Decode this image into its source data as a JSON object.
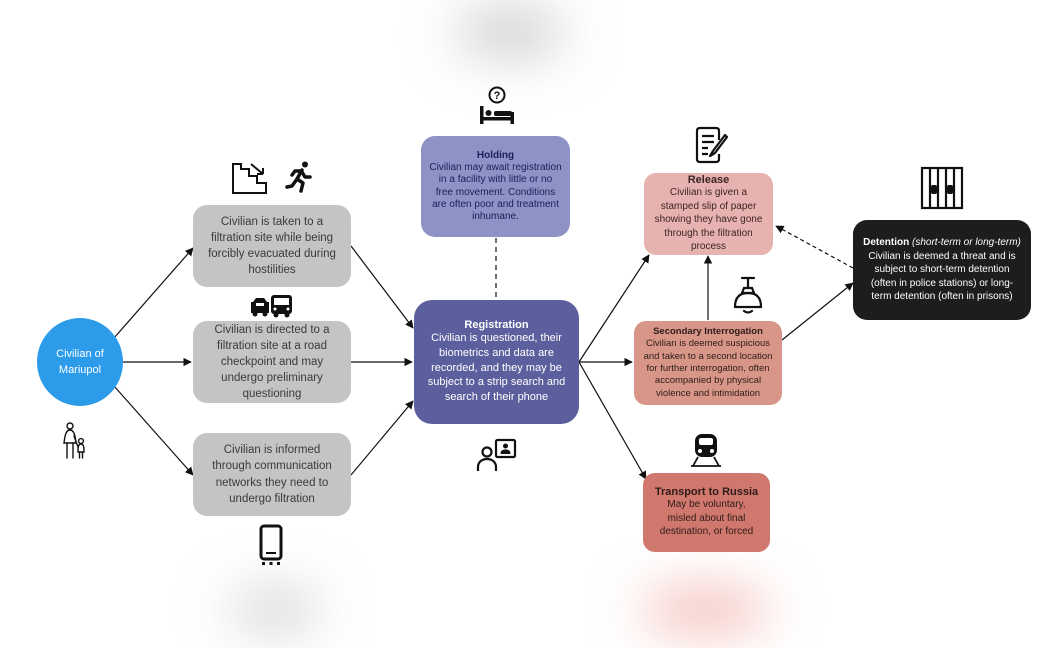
{
  "start": {
    "label": "Civilian of Mariupol"
  },
  "routes": [
    {
      "text": "Civilian is taken to a filtration site while being forcibly evacuated during hostilities"
    },
    {
      "text": "Civilian is directed to a filtration site at a road checkpoint and may undergo preliminary questioning"
    },
    {
      "text": "Civilian is informed through communication networks they need to undergo filtration"
    }
  ],
  "holding": {
    "title": "Holding",
    "text": "Civilian may await registration in a facility with little or no free movement. Conditions are often poor and treatment inhumane."
  },
  "registration": {
    "title": "Registration",
    "text": "Civilian is questioned, their biometrics and data are recorded, and they may be subject to a strip search and search of their phone"
  },
  "release": {
    "title": "Release",
    "text": "Civilian is given a stamped slip of paper showing they have gone through the filtration process"
  },
  "secondary": {
    "title": "Secondary Interrogation",
    "text": "Civilian is deemed suspicious and taken to a second location for further interrogation, often accompanied by physical violence and intimidation"
  },
  "transport": {
    "title": "Transport to Russia",
    "text": "May be voluntary, misled about final destination, or forced"
  },
  "detention": {
    "title": "Detention",
    "title_note": "(short-term or long-term)",
    "text": "Civilian is deemed a threat and is subject to short-term detention (often in police stations) or long-term detention (often in prisons)"
  },
  "icons": [
    "stairs-down-icon",
    "running-person-icon",
    "car-bus-icon",
    "mobile-phone-icon",
    "parent-child-icon",
    "bed-question-icon",
    "user-id-icon",
    "document-pen-icon",
    "ceiling-lamp-icon",
    "train-icon",
    "prison-bars-icon"
  ],
  "colors": {
    "start": "#2b9bea",
    "route": "#c4c4c4",
    "holding": "#8f92c4",
    "registration": "#5c5f9e",
    "release": "#e7b3b0",
    "secondary": "#d89688",
    "transport": "#d0776e",
    "detention": "#1d1d1d"
  }
}
